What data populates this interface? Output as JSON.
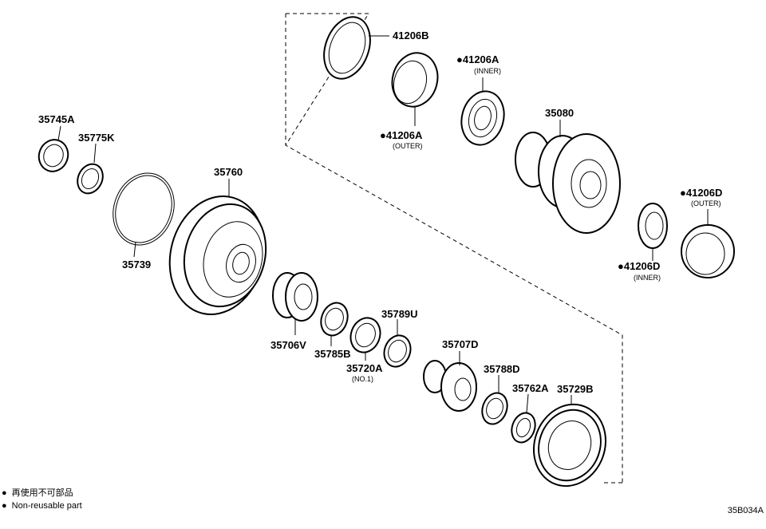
{
  "parts": [
    {
      "id": "41206B",
      "label": "41206B"
    },
    {
      "id": "41206A-outer",
      "label": "41206A",
      "sub": "(OUTER)",
      "non_reusable": true
    },
    {
      "id": "41206A-inner",
      "label": "41206A",
      "sub": "(INNER)",
      "non_reusable": true
    },
    {
      "id": "35080",
      "label": "35080"
    },
    {
      "id": "41206D-outer",
      "label": "41206D",
      "sub": "(OUTER)",
      "non_reusable": true
    },
    {
      "id": "41206D-inner",
      "label": "41206D",
      "sub": "(INNER)",
      "non_reusable": true
    },
    {
      "id": "35745A",
      "label": "35745A"
    },
    {
      "id": "35775K",
      "label": "35775K"
    },
    {
      "id": "35760",
      "label": "35760"
    },
    {
      "id": "35739",
      "label": "35739"
    },
    {
      "id": "35706V",
      "label": "35706V"
    },
    {
      "id": "35785B",
      "label": "35785B"
    },
    {
      "id": "35720A",
      "label": "35720A",
      "sub": "(NO.1)"
    },
    {
      "id": "35789U",
      "label": "35789U"
    },
    {
      "id": "35707D",
      "label": "35707D"
    },
    {
      "id": "35788D",
      "label": "35788D"
    },
    {
      "id": "35762A",
      "label": "35762A"
    },
    {
      "id": "35729B",
      "label": "35729B"
    }
  ],
  "legend": {
    "marker": "●",
    "line_jp": "再使用不可部品",
    "line_en": "Non-reusable part"
  },
  "diagram_code": "35B034A"
}
